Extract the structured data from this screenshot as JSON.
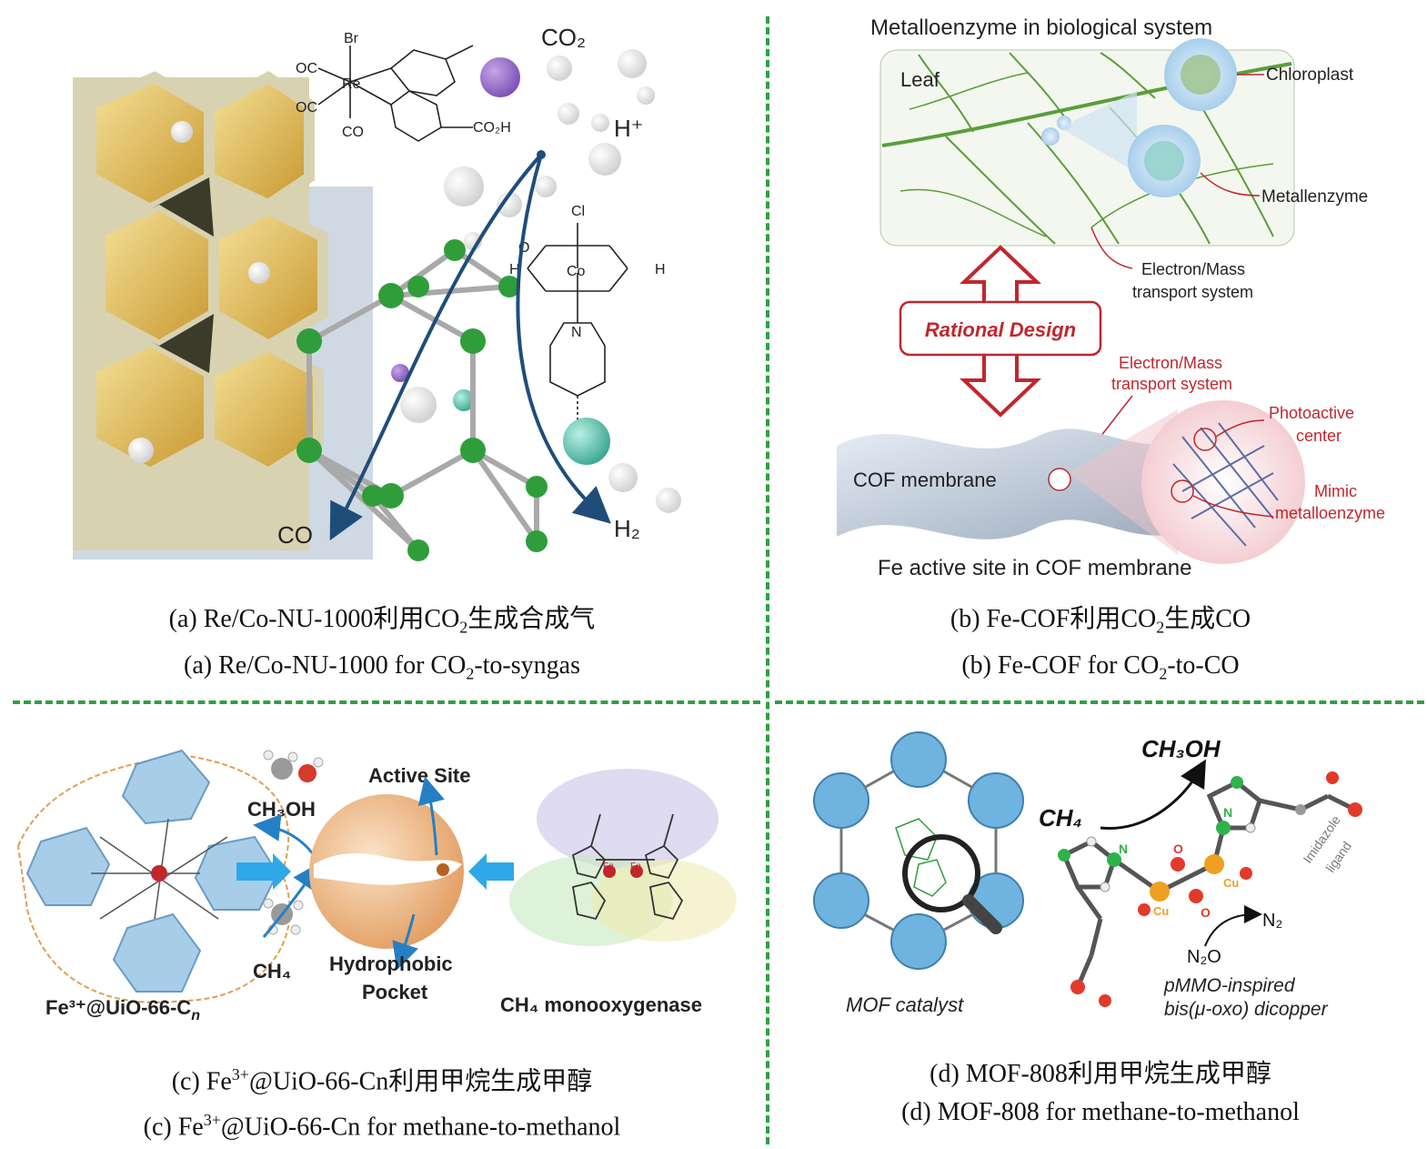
{
  "panels": {
    "a": {
      "labels": {
        "br": "Br",
        "oc1": "OC",
        "oc2": "OC",
        "re": "Re",
        "co_lig": "CO",
        "co2h": "CO₂H",
        "co2": "CO₂",
        "hplus": "H⁺",
        "cl": "Cl",
        "co_metal": "Co",
        "n": "N",
        "o": "O",
        "h": "H",
        "product_co": "CO",
        "product_h2": "H₂"
      },
      "caption_cn": {
        "prefix": "(a) Re/Co-NU-1000利用CO",
        "sub": "2",
        "suffix": "生成合成气"
      },
      "caption_en": {
        "prefix": "(a) Re/Co-NU-1000  for  CO",
        "sub": "2",
        "suffix": "-to-syngas"
      }
    },
    "b": {
      "labels": {
        "title": "Metalloenzyme in biological system",
        "leaf": "Leaf",
        "chloroplast": "Chloroplast",
        "metallenzyme": "Metallenzyme",
        "em1": "Electron/Mass",
        "ts1": "transport system",
        "rational": "Rational Design",
        "em2": "Electron/Mass",
        "ts2": "transport system",
        "photo1": "Photoactive",
        "photo2": "center",
        "mimic1": "Mimic",
        "mimic2": "metalloenzyme",
        "cof": "COF membrane",
        "bottom": "Fe active site in COF membrane"
      },
      "caption_cn": {
        "prefix": "(b) Fe-COF利用CO",
        "sub": "2",
        "suffix": "生成CO"
      },
      "caption_en": {
        "prefix": "(b) Fe-COF  for  CO",
        "sub": "2",
        "suffix": "-to-CO"
      }
    },
    "c": {
      "labels": {
        "ch3oh": "CH₃OH",
        "ch4": "CH₄",
        "active": "Active Site",
        "hydro1": "Hydrophobic",
        "hydro2": "Pocket",
        "fe_mof_main": "Fe³⁺@UiO-66-C",
        "fe_mof_sub": "n",
        "ch4_mono": "CH₄ monooxygenase",
        "fe": "Fe"
      },
      "caption_cn": {
        "prefix": "(c) Fe",
        "sup": "3+",
        "suffix": "@UiO-66-Cn利用甲烷生成甲醇"
      },
      "caption_en": {
        "prefix": "(c) Fe",
        "sup": "3+",
        "suffix": "@UiO-66-Cn  for  methane-to-methanol"
      }
    },
    "d": {
      "labels": {
        "ch3oh": "CH₃OH",
        "ch4": "CH₄",
        "n1": "N",
        "n2": "N",
        "o1": "O",
        "o2": "O",
        "cu1": "Cu",
        "cu2": "Cu",
        "n2_gas": "N₂",
        "n2o": "N₂O",
        "imid1": "Imidazole",
        "imid2": "ligand",
        "mof": "MOF catalyst",
        "pmmo1": "pMMO-inspired",
        "pmmo2": "bis(μ-oxo) dicopper"
      },
      "caption_cn": {
        "text": "(d) MOF-808利用甲烷生成甲醇"
      },
      "caption_en": {
        "text": "(d) MOF-808 for methane-to-methanol"
      }
    }
  },
  "colors": {
    "divider": "#2ea043",
    "arrow_dark": "#1f4d7a",
    "arrow_red": "#c0272d",
    "leaf_green": "#5a9e3a",
    "ball_orange": "#e8a25a",
    "mof_blue": "#6fb3e0",
    "mof_green": "#2f9e3a",
    "text_red": "#c0272d"
  }
}
